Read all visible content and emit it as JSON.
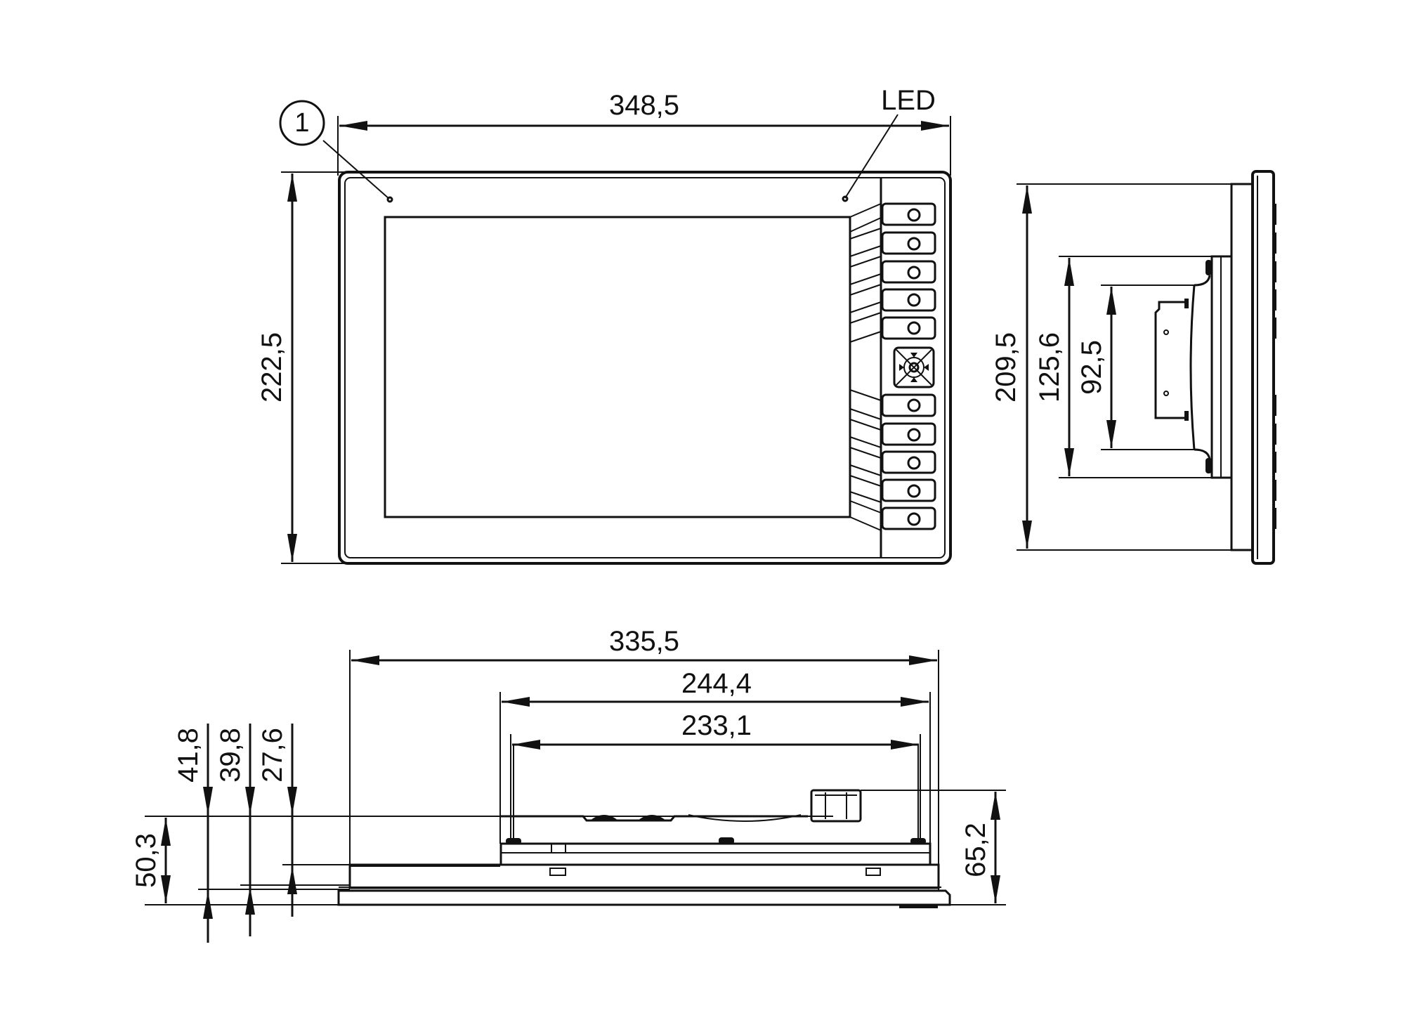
{
  "drawing": {
    "type": "technical dimension drawing (HMI panel)",
    "line_color": "#111111",
    "background": "#ffffff",
    "callouts": {
      "item_1": "1",
      "led": "LED"
    },
    "front_view": {
      "width_dim": "348,5",
      "height_dim": "222,5",
      "function_keys_left_group": 5,
      "function_keys_right_group": 5,
      "navigation_pad": "nav-pad"
    },
    "side_view": {
      "overall_height_dim": "209,5",
      "mount_height_dim": "125,6",
      "module_height_dim": "92,5"
    },
    "bottom_view": {
      "overall_width_dim": "335,5",
      "mount_width_dim": "244,4",
      "module_width_dim": "233,1",
      "depth_dims": [
        "41,8",
        "39,8",
        "27,6"
      ],
      "left_height_dim": "50,3",
      "right_height_dim": "65,2"
    }
  }
}
